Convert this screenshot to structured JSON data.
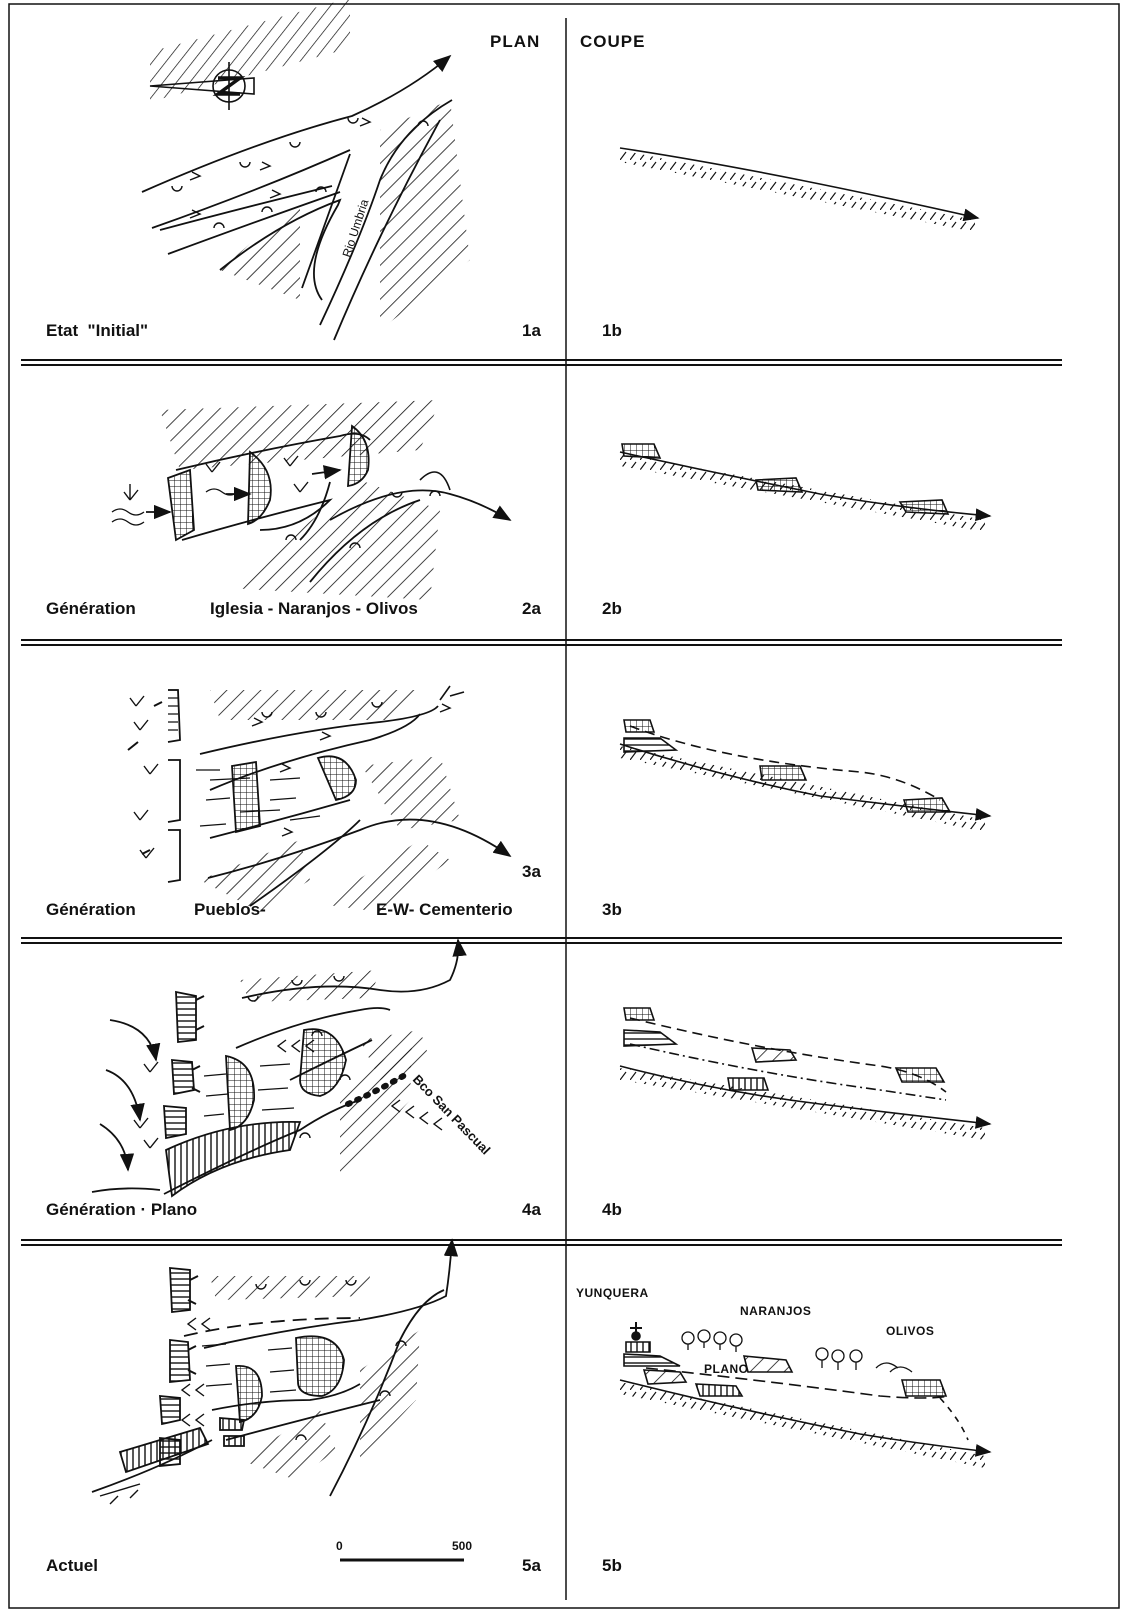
{
  "headers": {
    "plan": "PLAN",
    "coupe": "COUPE"
  },
  "panels": [
    {
      "caption": "Etat  \"Initial\"",
      "plan_label": "1a",
      "coupe_label": "1b"
    },
    {
      "caption_a": "Génération",
      "caption_b": "Iglesia - Naranjos - Olivos",
      "plan_label": "2a",
      "coupe_label": "2b"
    },
    {
      "caption_a": "Génération",
      "caption_b": "Pueblos-",
      "caption_c": "E-W- Cementerio",
      "plan_label": "3a",
      "coupe_label": "3b"
    },
    {
      "caption": "Génération · Plano",
      "plan_label": "4a",
      "coupe_label": "4b"
    },
    {
      "caption": "Actuel",
      "plan_label": "5a",
      "coupe_label": "5b"
    }
  ],
  "map_labels": {
    "river": "Rio  Umbria",
    "barranco": "Bco San Pascual",
    "north": "N"
  },
  "scale": {
    "start": "0",
    "end": "500"
  },
  "section_labels": {
    "town": "YUNQUERA",
    "naranjos": "NARANJOS",
    "olivos": "OLIVOS",
    "plano": "PLANO"
  }
}
